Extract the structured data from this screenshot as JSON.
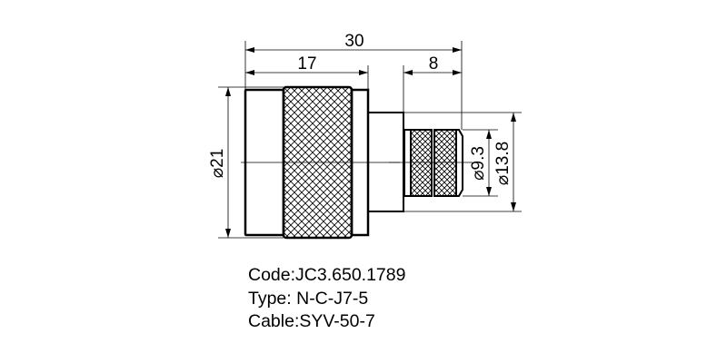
{
  "drawing": {
    "dimensions": {
      "overall_length": "30",
      "body_length": "17",
      "crimp_length": "8",
      "body_diameter": "⌀21",
      "crimp_diameter": "⌀9.3",
      "neck_diameter": "⌀13.8"
    },
    "line_color": "#000000",
    "background": "#ffffff"
  },
  "specs": {
    "code": "Code:JC3.650.1789",
    "type": "Type: N-C-J7-5",
    "cable": "Cable:SYV-50-7"
  }
}
